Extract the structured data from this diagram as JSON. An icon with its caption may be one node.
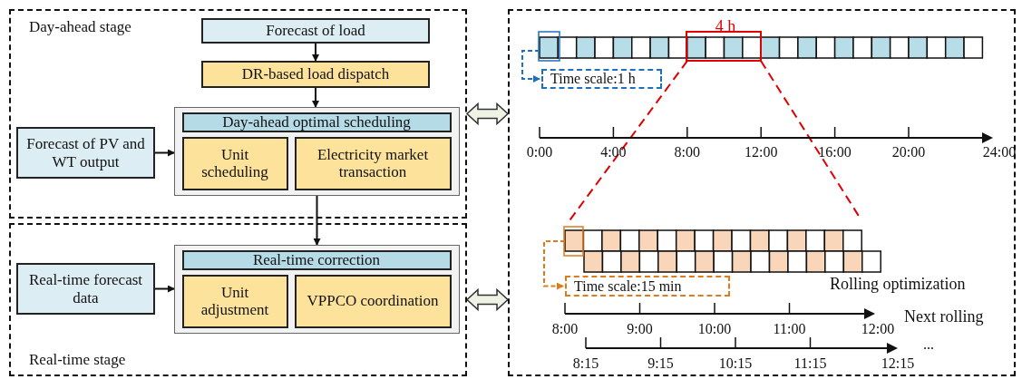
{
  "diagram": {
    "nodes": [
      {
        "text": [
          "Day-ahead stage"
        ]
      },
      {
        "text": [
          "Forecast of load"
        ],
        "in": 0
      },
      {
        "text": [
          "DR-based load dispatch"
        ],
        "in": 0
      },
      {
        "text": [],
        "shape": "box",
        "in": 0
      },
      {
        "text": [
          "Day-ahead optimal scheduling"
        ],
        "in": 3
      },
      {
        "text": [
          "Unit scheduling"
        ],
        "in": 3
      },
      {
        "text": [
          "Electricity market transaction"
        ],
        "in": 3
      },
      {
        "text": [
          "Forecast of PV and WT output"
        ],
        "in": 0
      },
      {
        "text": [
          "Real-time stage"
        ]
      },
      {
        "text": [],
        "shape": "box",
        "in": 8
      },
      {
        "text": [
          "Real-time correction"
        ],
        "in": 9
      },
      {
        "text": [
          "Unit adjustment"
        ],
        "in": 9
      },
      {
        "text": [
          "VPPCO coordination"
        ],
        "in": 9
      },
      {
        "text": [
          "Real-time forecast data"
        ],
        "in": 8
      },
      {
        "text": [],
        "shape": "box"
      },
      {
        "text": [
          "Time scale:1 h"
        ],
        "in": 14
      },
      {
        "text": [
          "Time scale:15 min"
        ],
        "in": 14
      }
    ],
    "edges": [
      {
        "from": 1,
        "to": 2,
        "arrow": "to"
      },
      {
        "from": 2,
        "to": 3,
        "arrow": "to"
      },
      {
        "from": 7,
        "to": 3,
        "arrow": "to"
      },
      {
        "from": 3,
        "to": 9,
        "arrow": "to"
      },
      {
        "from": 13,
        "to": 9,
        "arrow": "to"
      },
      {
        "from": 0,
        "to": 14,
        "arrow": "both",
        "style": "thick"
      },
      {
        "from": 8,
        "to": 14,
        "arrow": "both",
        "style": "thick"
      },
      {
        "from": null,
        "to": 15,
        "arrow": "to",
        "style": "dashed",
        "color": "#1f6fbf"
      },
      {
        "from": null,
        "to": 16,
        "arrow": "to",
        "style": "dashed",
        "color": "#e07b1a"
      }
    ],
    "labels": [
      "4 h",
      "0:00",
      "4:00",
      "8:00",
      "12:00",
      "16:00",
      "20:00",
      "24:00",
      "Rolling optimization",
      "Next rolling",
      "8:00",
      "9:00",
      "10:00",
      "11:00",
      "12:00",
      "8:15",
      "9:15",
      "10:15",
      "11:15",
      "12:15",
      "..."
    ]
  }
}
